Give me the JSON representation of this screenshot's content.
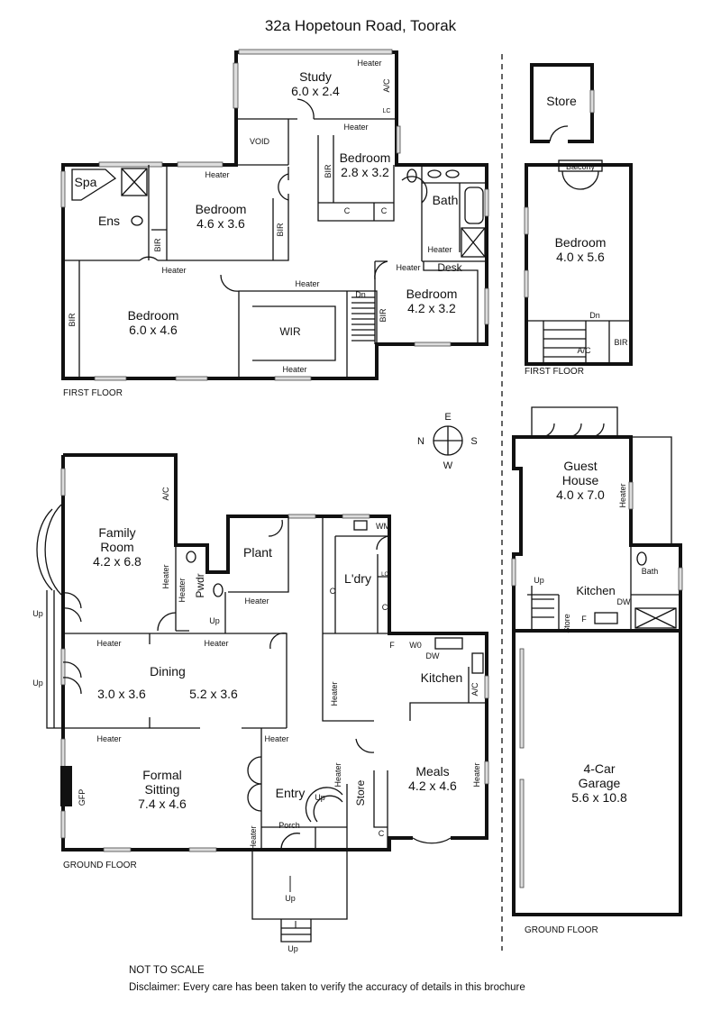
{
  "title": "32a Hopetoun Road, Toorak",
  "first_floor": {
    "label": "FIRST FLOOR",
    "rooms": [
      {
        "name": "Study",
        "size": "6.0 x 2.4"
      },
      {
        "name": "Bedroom",
        "size": "2.8 x 3.2"
      },
      {
        "name": "Bedroom",
        "size": "4.6 x 3.6"
      },
      {
        "name": "Bedroom",
        "size": "6.0 x 4.6"
      },
      {
        "name": "Bedroom",
        "size": "4.2 x 3.2"
      }
    ],
    "labels": {
      "spa": "Spa",
      "ens": "Ens",
      "void": "VOID",
      "bath": "Bath",
      "desk": "Desk",
      "wir": "WIR",
      "bir": "BIR",
      "c": "C",
      "ac": "A/C",
      "lc": "LC",
      "heater": "Heater",
      "dn": "Dn"
    }
  },
  "annex_first_floor": {
    "label": "FIRST FLOOR",
    "store": "Store",
    "balcony": "Balcony",
    "bedroom": {
      "name": "Bedroom",
      "size": "4.0 x 5.6"
    },
    "labels": {
      "dn": "Dn",
      "ac": "A/C",
      "bir": "BIR"
    }
  },
  "compass": {
    "n": "N",
    "e": "E",
    "s": "S",
    "w": "W"
  },
  "ground_floor": {
    "label": "GROUND FLOOR",
    "rooms": {
      "family": {
        "name_1": "Family",
        "name_2": "Room",
        "size": "4.2 x 6.8"
      },
      "plant": "Plant",
      "pwdr": "Pwdr",
      "laundry": "L'dry",
      "kitchen": "Kitchen",
      "dining": {
        "name": "Dining",
        "size_a": "3.0 x 3.6",
        "size_b": "5.2 x 3.6"
      },
      "formal": {
        "name_1": "Formal",
        "name_2": "Sitting",
        "size": "7.4 x 4.6"
      },
      "entry": "Entry",
      "porch": "Porch",
      "store": "Store",
      "meals": {
        "name": "Meals",
        "size": "4.2 x 4.6"
      }
    },
    "labels": {
      "up": "Up",
      "heater": "Heater",
      "ac": "A/C",
      "c": "C",
      "lc": "LC",
      "wm": "WM",
      "f": "F",
      "wo": "W0",
      "dw": "DW",
      "gfp": "GFP"
    }
  },
  "annex_ground_floor": {
    "label": "GROUND FLOOR",
    "guest_house": {
      "name_1": "Guest",
      "name_2": "House",
      "size": "4.0 x 7.0"
    },
    "kitchen": "Kitchen",
    "bath": "Bath",
    "store": "Store",
    "garage": {
      "name": "4-Car",
      "name_2": "Garage",
      "size": "5.6 x 10.8"
    },
    "labels": {
      "up": "Up",
      "heater": "Heater",
      "dw": "DW",
      "f": "F"
    }
  },
  "notes": {
    "scale": "NOT TO SCALE",
    "disclaimer": "Disclaimer: Every care has been taken to verify the accuracy of details in this brochure"
  }
}
